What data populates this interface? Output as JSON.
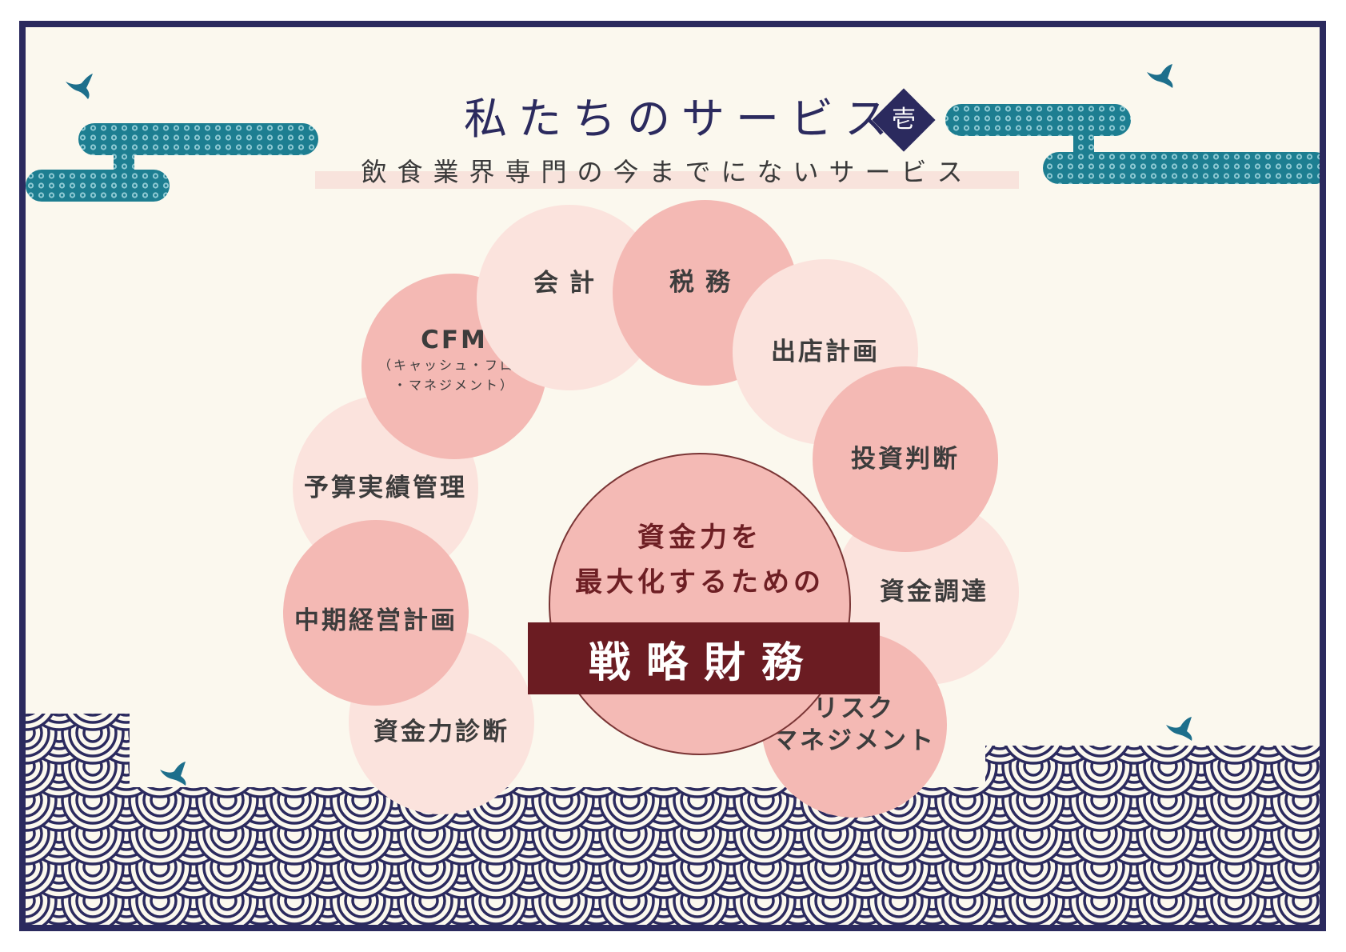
{
  "colors": {
    "navy": "#2b2a5e",
    "background": "#fbf8ee",
    "teal_pattern": "#1d7e91",
    "circle_light": "#fbe3dd",
    "circle_dark": "#f4b9b4",
    "banner": "#6b1c22"
  },
  "header": {
    "title": "私たちのサービス",
    "badge": "壱",
    "subtitle": "飲食業界専門の今までにないサービス"
  },
  "center": {
    "line1": "資金力を",
    "line2": "最大化するための",
    "banner": "戦略財務"
  },
  "services": [
    {
      "label": "会計",
      "tone": "light"
    },
    {
      "label": "税務",
      "tone": "dark"
    },
    {
      "label": "出店計画",
      "tone": "light"
    },
    {
      "label": "投資判断",
      "tone": "dark"
    },
    {
      "label": "資金調達",
      "tone": "light"
    },
    {
      "label": "リスク",
      "label2": "マネジメント",
      "tone": "dark"
    },
    {
      "label": "資金力診断",
      "tone": "light"
    },
    {
      "label": "中期経営計画",
      "tone": "dark"
    },
    {
      "label": "予算実績管理",
      "tone": "light"
    },
    {
      "label": "CFM",
      "note1": "（キャッシュ・フロー",
      "note2": "・マネジメント）",
      "tone": "dark"
    }
  ],
  "icons": [
    "swallow-icon",
    "swallow-icon",
    "swallow-icon",
    "swallow-icon"
  ]
}
